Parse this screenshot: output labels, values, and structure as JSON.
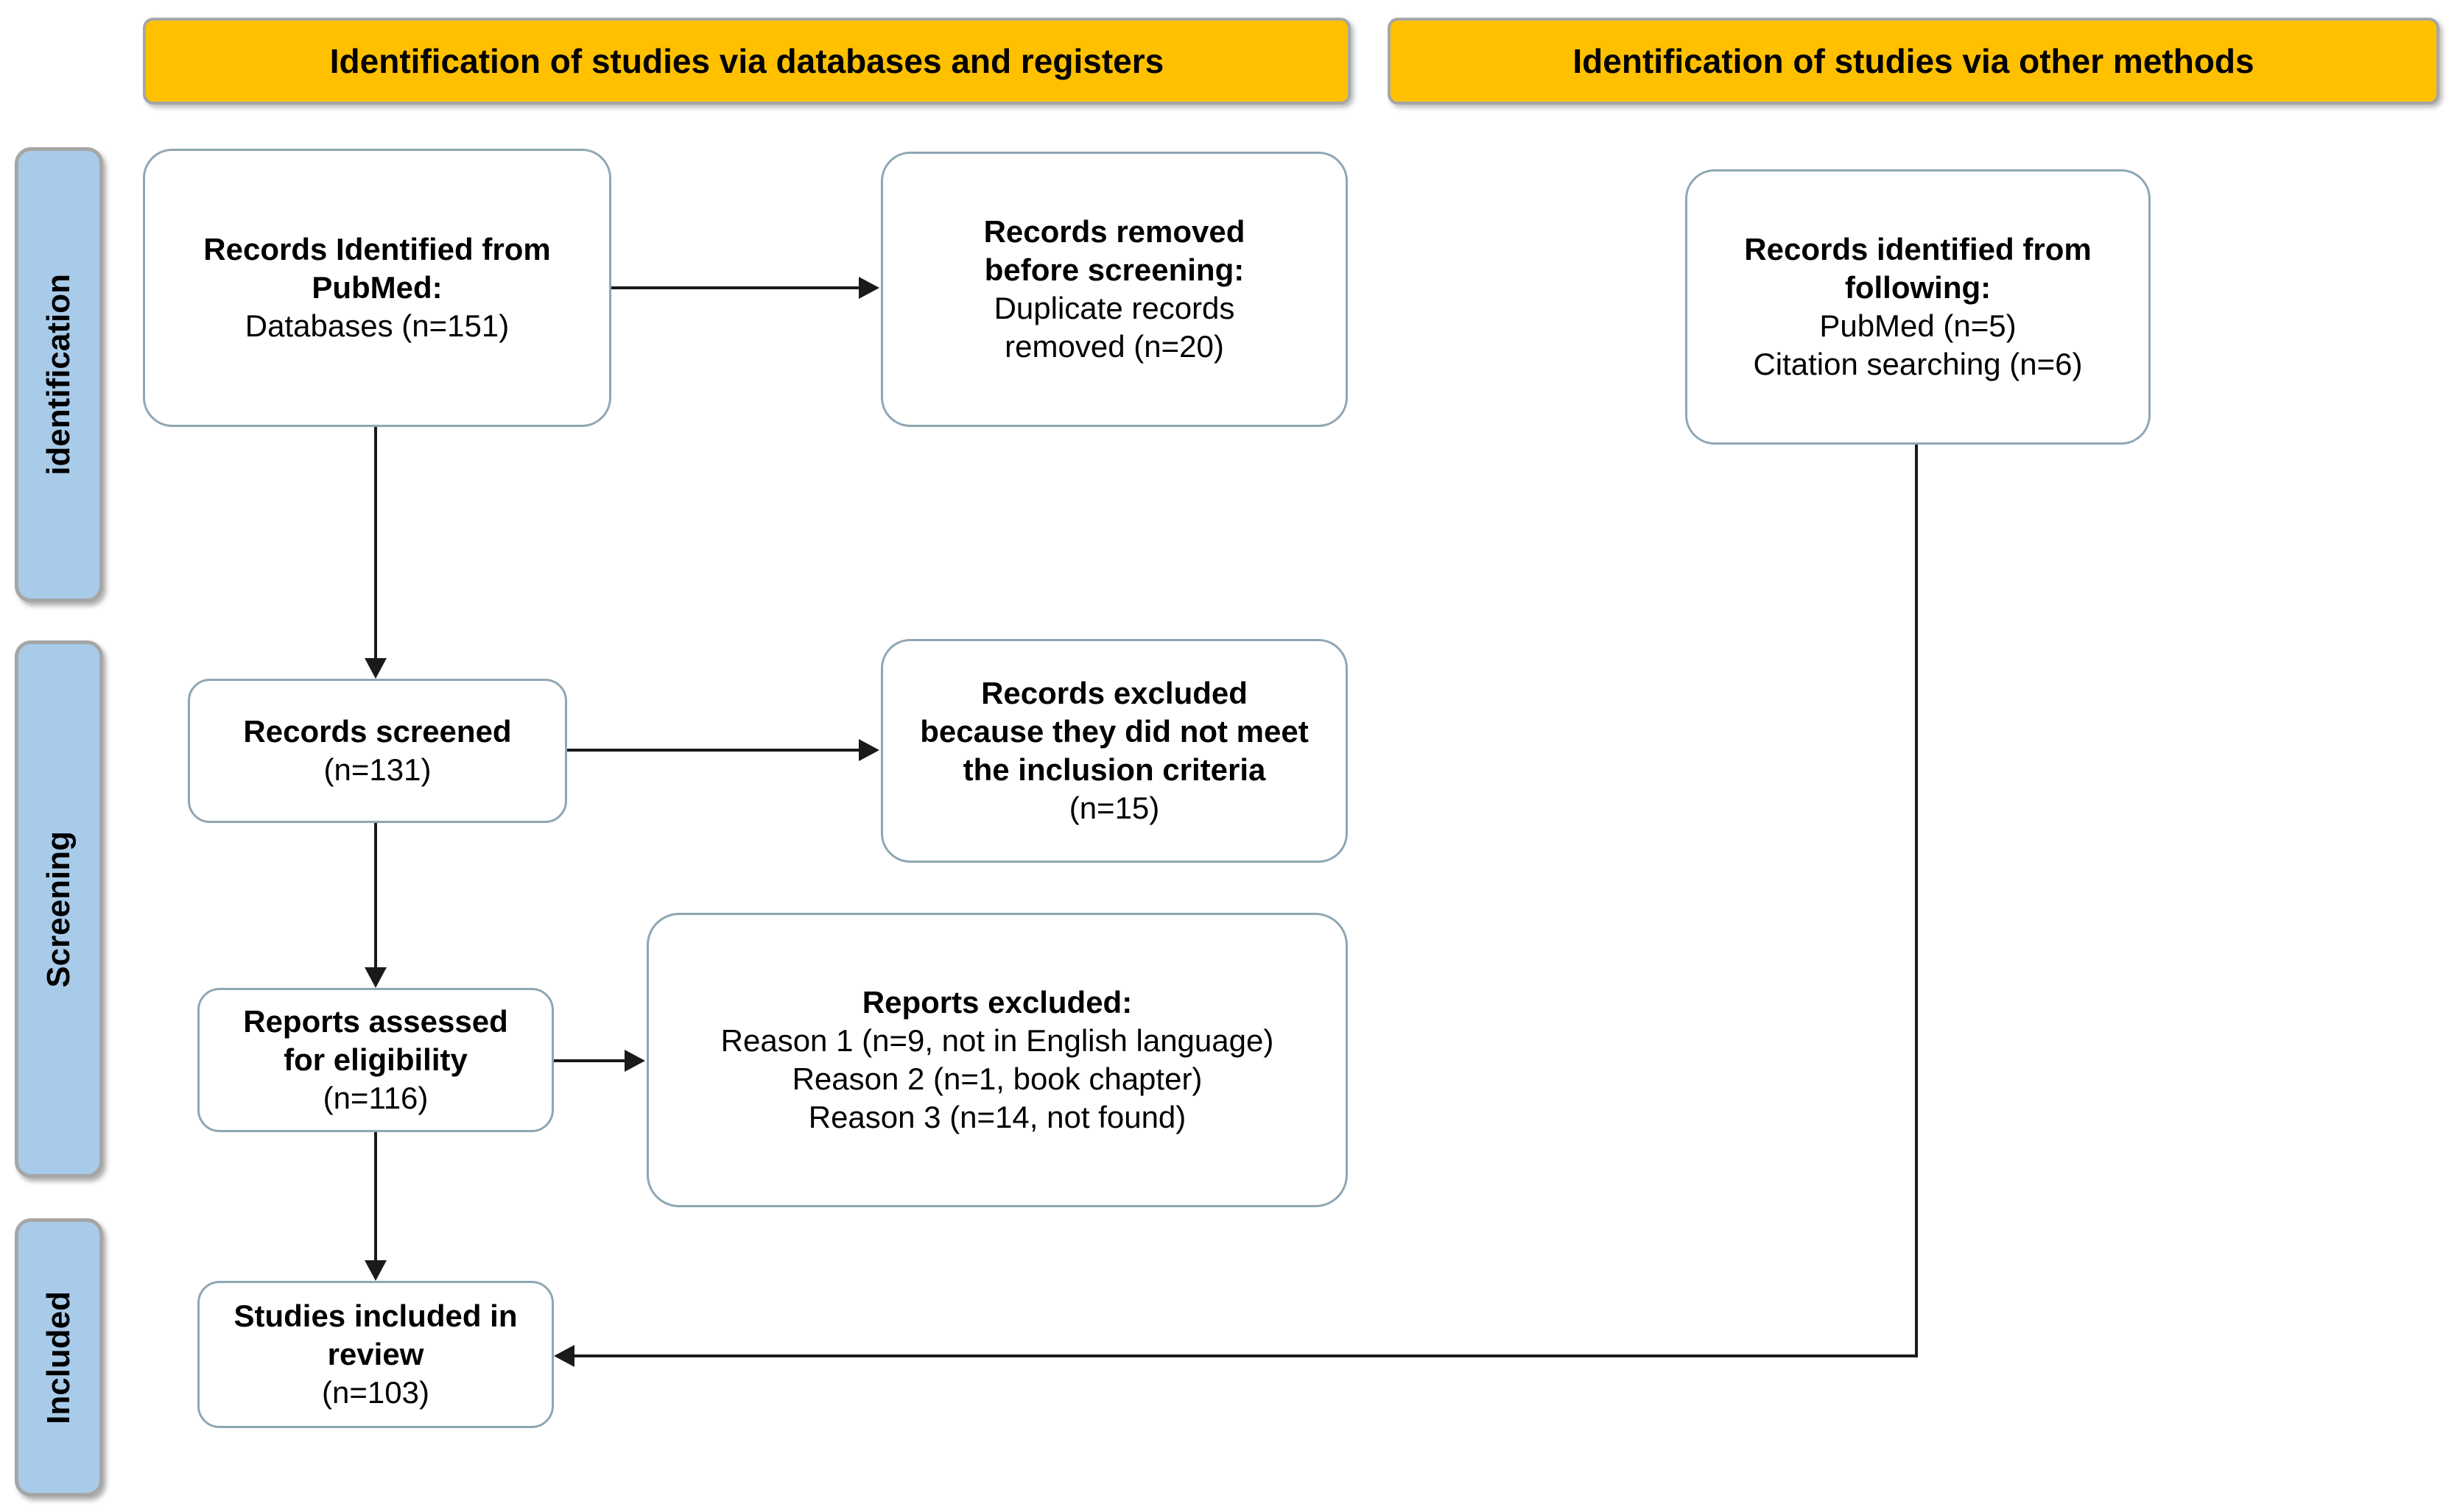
{
  "banners": {
    "databases": "Identification of studies via databases and registers",
    "other_methods": "Identification of studies via other methods"
  },
  "stages": {
    "identification": "identification",
    "screening": "Screening",
    "included": "Included"
  },
  "boxes": {
    "records_identified": {
      "title_lines": [
        "Records Identified from",
        "PubMed:"
      ],
      "detail_lines": [
        "Databases (n=151)"
      ]
    },
    "records_removed": {
      "title_lines": [
        "Records removed",
        "before screening:"
      ],
      "detail_lines": [
        "Duplicate records",
        "removed (n=20)"
      ]
    },
    "records_other_methods": {
      "title_lines": [
        "Records identified from",
        "following:"
      ],
      "detail_lines": [
        "PubMed (n=5)",
        "Citation searching (n=6)"
      ]
    },
    "records_screened": {
      "title_lines": [
        "Records screened"
      ],
      "detail_lines": [
        "(n=131)"
      ]
    },
    "records_excluded": {
      "title_lines": [
        "Records excluded",
        "because they did not meet",
        "the inclusion criteria"
      ],
      "detail_lines": [
        "(n=15)"
      ]
    },
    "reports_assessed": {
      "title_lines": [
        "Reports assessed",
        "for eligibility"
      ],
      "detail_lines": [
        "(n=116)"
      ]
    },
    "reports_excluded": {
      "title_lines": [
        "Reports excluded:"
      ],
      "detail_lines": [
        "Reason 1 (n=9, not in English language)",
        "Reason 2 (n=1, book chapter)",
        "Reason 3 (n=14, not found)"
      ]
    },
    "studies_included": {
      "title_lines": [
        "Studies included in",
        "review"
      ],
      "detail_lines": [
        "(n=103)"
      ]
    }
  },
  "colors": {
    "banner_bg": "#FFC000",
    "banner_border": "#A6A6A6",
    "stage_bg": "#A8CBEA",
    "stage_border": "#A6A6A6",
    "flow_box_border": "#8FA6B4",
    "arrow": "#1A1A1A"
  }
}
